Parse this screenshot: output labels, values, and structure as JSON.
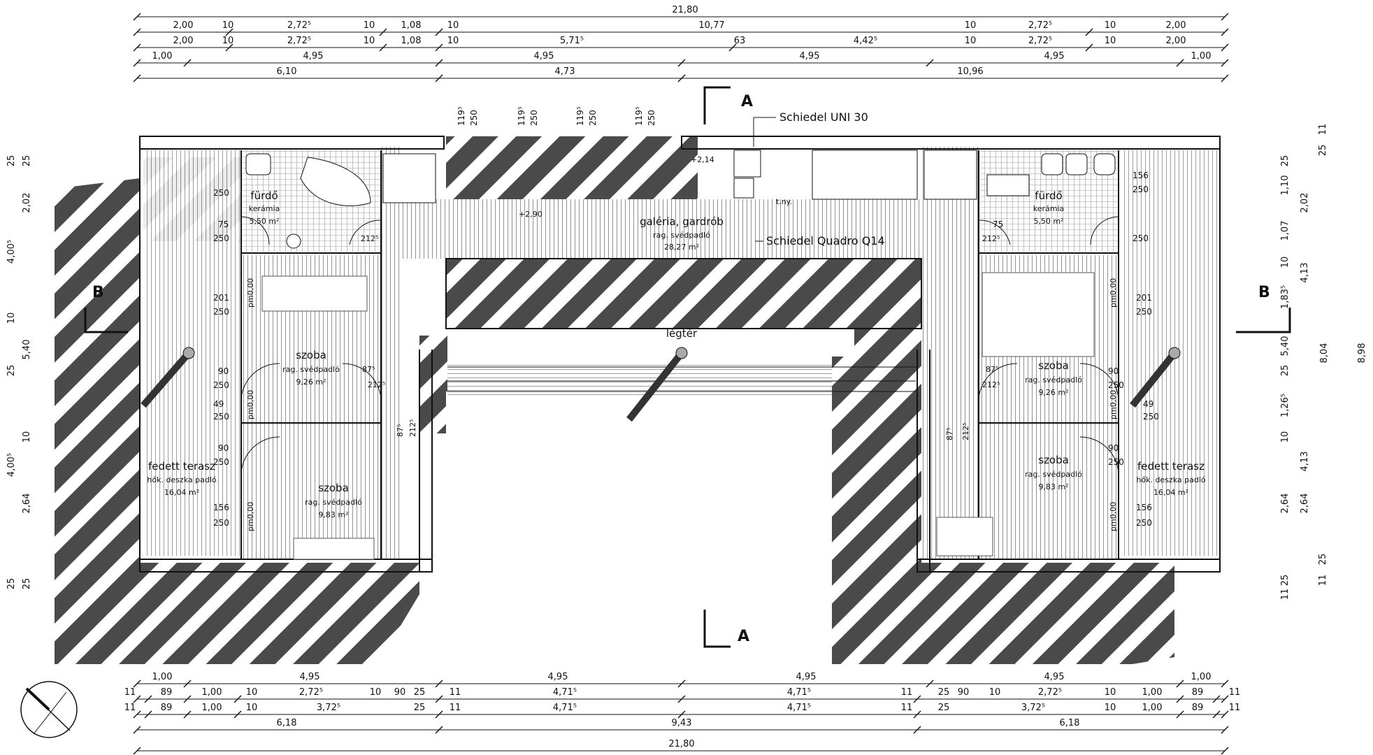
{
  "dimensions_top": {
    "row0": [
      "21,80"
    ],
    "row1": [
      "2,00",
      "10",
      "2,72⁵",
      "10",
      "1,08",
      "10",
      "10,77",
      "10",
      "2,72⁵",
      "10",
      "2,00"
    ],
    "row2": [
      "2,00",
      "10",
      "2,72⁵",
      "10",
      "1,08",
      "10",
      "5,71⁵",
      "63",
      "4,42⁵",
      "10",
      "2,72⁵",
      "10",
      "2,00"
    ],
    "row3": [
      "1,00",
      "4,95",
      "4,95",
      "4,95",
      "4,95",
      "1,00"
    ],
    "row4": [
      "6,10",
      "4,73",
      "10,96"
    ]
  },
  "dimensions_bottom": {
    "row0": [
      "1,00",
      "4,95",
      "4,95",
      "4,95",
      "4,95",
      "1,00"
    ],
    "row1": [
      "11",
      "89",
      "1,00",
      "10",
      "2,72⁵",
      "10",
      "90",
      "25",
      "11",
      "4,71⁵",
      "4,71⁵",
      "11",
      "25",
      "90",
      "10",
      "2,72⁵",
      "10",
      "1,00",
      "89",
      "11"
    ],
    "row2": [
      "11",
      "89",
      "1,00",
      "10",
      "3,72⁵",
      "25",
      "11",
      "4,71⁵",
      "4,71⁵",
      "11",
      "25",
      "3,72⁵",
      "10",
      "1,00",
      "89",
      "11"
    ],
    "row3": [
      "6,18",
      "9,43",
      "6,18"
    ],
    "row4": [
      "21,80"
    ]
  },
  "dimensions_left": {
    "col1": [
      "25",
      "4,00⁵",
      "10",
      "25",
      "4,00⁵",
      "25"
    ],
    "col2": [
      "25",
      "2,02",
      "5,40",
      "10",
      "2,64",
      "25"
    ]
  },
  "dimensions_right": {
    "col1": [
      "25",
      "1,10",
      "1,07",
      "10",
      "1,83⁵",
      "5,40",
      "25",
      "1,26⁵",
      "10",
      "2,64",
      "25",
      "11"
    ],
    "col2": [
      "11",
      "25",
      "2,02",
      "4,13",
      "8,04",
      "4,13",
      "2,64",
      "25",
      "11"
    ],
    "col3": [
      "8,98"
    ]
  },
  "window_marks": {
    "top": [
      "119⁵",
      "250",
      "119⁵",
      "250",
      "119⁵",
      "250",
      "119⁵",
      "250"
    ],
    "left": [
      "250",
      "75",
      "250",
      "201",
      "250",
      "90",
      "250",
      "49",
      "250",
      "90",
      "250",
      "156",
      "250"
    ],
    "right": [
      "156",
      "250",
      "75",
      "250",
      "201",
      "250",
      "90",
      "250",
      "49",
      "250",
      "90",
      "250",
      "156",
      "250"
    ],
    "parapet": [
      "pm0,00",
      "pm0,00",
      "pm0,00",
      "pm0,00",
      "pm0,00",
      "pm0,00"
    ],
    "doors": [
      "212⁵",
      "87⁵",
      "212⁵",
      "212⁵",
      "87⁵",
      "212⁵",
      "87⁵",
      "212⁵",
      "87⁵",
      "212⁵"
    ]
  },
  "levels": [
    "+2,14",
    "+2,90"
  ],
  "section_marks": {
    "a": "A",
    "b": "B"
  },
  "labels": {
    "chimney1": "Schiedel UNI 30",
    "chimney2": "Schiedel Quadro Q14",
    "tny": "t.ny."
  },
  "rooms": {
    "furdo_l": {
      "name": "fürdő",
      "floor": "kerámia",
      "area": "5,50 m²"
    },
    "furdo_r": {
      "name": "fürdő",
      "floor": "kerámia",
      "area": "5,50 m²"
    },
    "galeria": {
      "name": "galéria, gardrób",
      "floor": "rag. svédpadló",
      "area": "28,27 m²"
    },
    "legter": {
      "name": "légtér"
    },
    "szoba_l1": {
      "name": "szoba",
      "floor": "rag. svédpadló",
      "area": "9,26 m²"
    },
    "szoba_l2": {
      "name": "szoba",
      "floor": "rag. svédpadló",
      "area": "9,83 m²"
    },
    "szoba_r1": {
      "name": "szoba",
      "floor": "rag. svédpadló",
      "area": "9,26 m²"
    },
    "szoba_r2": {
      "name": "szoba",
      "floor": "rag. svédpadló",
      "area": "9,83 m²"
    },
    "terasz_l": {
      "name": "fedett terasz",
      "floor": "hők. deszka padló",
      "area": "16,04 m²"
    },
    "terasz_r": {
      "name": "fedett terasz",
      "floor": "hők. deszka padló",
      "area": "16,04 m²"
    }
  },
  "colors": {
    "ink": "#111111",
    "hatch": "#4a4a4a",
    "paper": "#ffffff"
  }
}
